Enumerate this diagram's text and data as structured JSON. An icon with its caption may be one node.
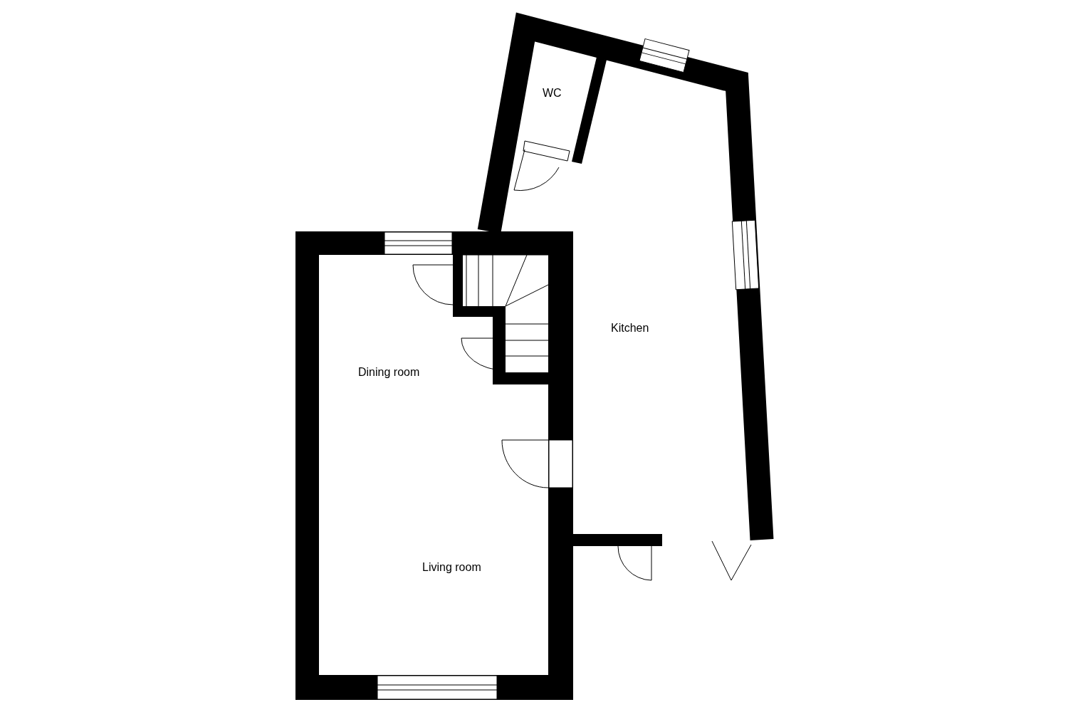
{
  "diagram": {
    "labels": [
      "WC",
      "Kitchen",
      "Dining room",
      "Living room"
    ]
  }
}
